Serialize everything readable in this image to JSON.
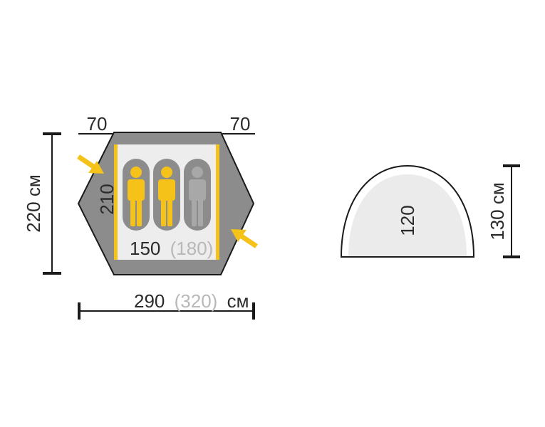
{
  "floor_plan": {
    "vestibule_left": "70",
    "vestibule_right": "70",
    "height_label": "220 см",
    "inner_length": "210",
    "inner_width_main": "150",
    "inner_width_alt": "(180)",
    "total_width_main": "290",
    "total_width_alt": "(320)",
    "total_width_unit": "см",
    "sleepers": 3,
    "sleepers_highlighted": 2
  },
  "side_view": {
    "inner_height": "120",
    "height_label": "130 см"
  },
  "colors": {
    "outer_fill": "#8c8c8c",
    "inner_fill": "#ededed",
    "accent_yellow": "#f5c21a",
    "person_grey": "#a8a8a8",
    "dome_fill": "#ebebeb",
    "text": "#2b2b2b",
    "text_grey": "#b8b8b8"
  }
}
